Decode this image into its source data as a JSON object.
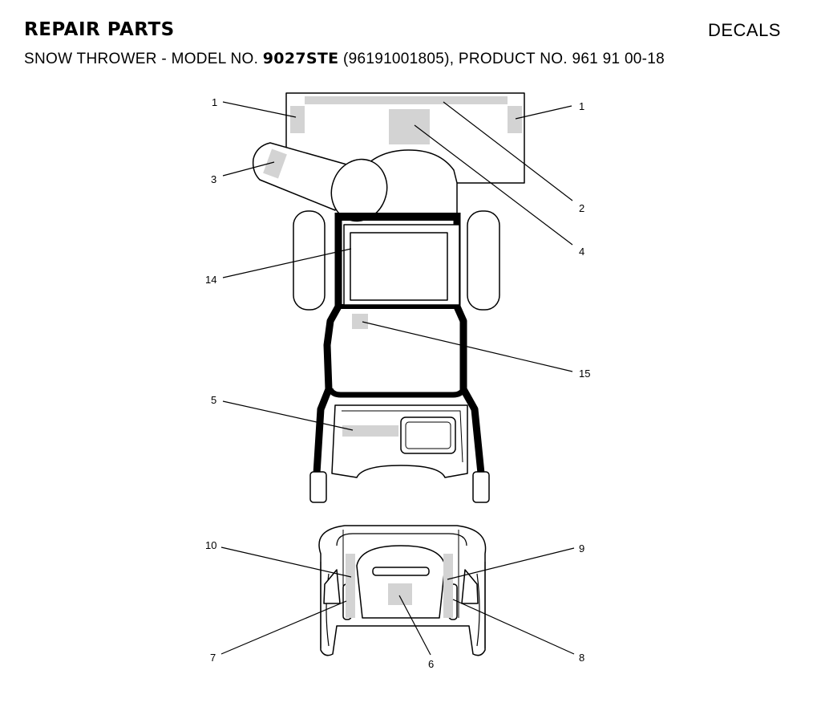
{
  "header": {
    "title": "REPAIR PARTS",
    "section": "DECALS",
    "subtitle_prefix": "SNOW THROWER - MODEL NO. ",
    "model": "9027STE",
    "subtitle_suffix": " (96191001805), PRODUCT NO. 961 91 00-18"
  },
  "callouts": {
    "c1a": "1",
    "c1b": "1",
    "c2": "2",
    "c3": "3",
    "c4": "4",
    "c5": "5",
    "c6": "6",
    "c7": "7",
    "c8": "8",
    "c9": "9",
    "c10": "10",
    "c14": "14",
    "c15": "15"
  },
  "colors": {
    "line": "#000000",
    "decal": "#d3d3d3",
    "background": "#ffffff"
  }
}
